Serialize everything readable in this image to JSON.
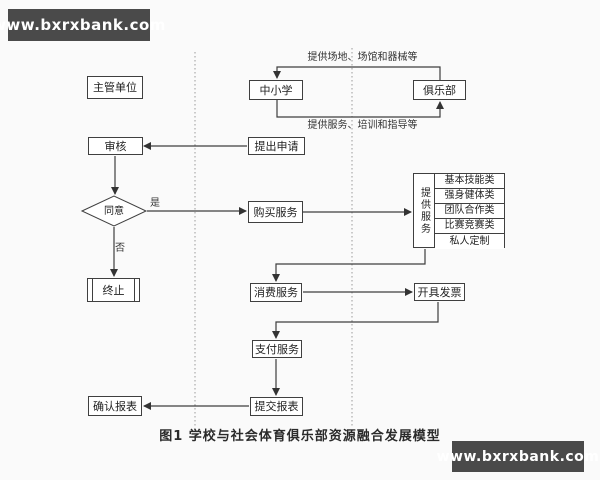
{
  "watermarks": {
    "top_left": "www.bxrxbank.com",
    "bottom_right": "www.bxrxbank.com"
  },
  "caption": "图1  学校与社会体育俱乐部资源融合发展模型",
  "nodes": {
    "supervisor": "主管单位",
    "school": "中小学",
    "club": "俱乐部",
    "review": "审核",
    "submit_application": "提出申请",
    "agree": "同意",
    "purchase_service": "购买服务",
    "terminate": "终止",
    "provide_service": "提供服务",
    "consume_service": "消费服务",
    "issue_invoice": "开具发票",
    "pay_service": "支付服务",
    "submit_report": "提交报表",
    "confirm_report": "确认报表"
  },
  "service_categories": [
    "基本技能类",
    "强身健体类",
    "团队合作类",
    "比赛竞赛类",
    "私人定制"
  ],
  "edge_labels": {
    "provide_venue": "提供场地、场馆和器械等",
    "provide_training": "提供服务、培训和指导等",
    "yes": "是",
    "no": "否"
  },
  "colors": {
    "background": "#fafafa",
    "line": "#3d3d3d",
    "box_fill": "#ffffff",
    "watermark_bg": "#4a4a4a",
    "watermark_text": "#ffffff"
  }
}
